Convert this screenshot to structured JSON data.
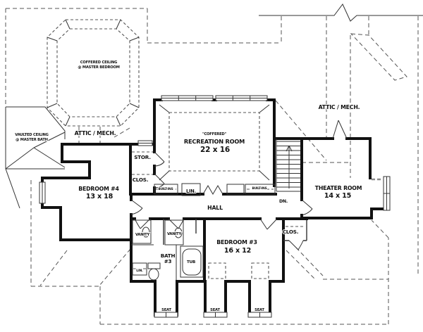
{
  "plan": {
    "ceiling_notes": {
      "master_bedroom_line1": "COFFERED CEILING",
      "master_bedroom_line2": "@ MASTER BEDROOM",
      "master_bath_line1": "VAULTED CEILING",
      "master_bath_line2": "@ MASTER BATH"
    },
    "areas": {
      "attic_mech_left": "ATTIC / MECH.",
      "attic_mech_right": "ATTIC / MECH.",
      "hall": "HALL"
    },
    "rooms": {
      "recreation": {
        "note": "\"COFFERED\"",
        "name": "RECREATION ROOM",
        "dims": "22 x 16"
      },
      "bedroom4": {
        "name": "BEDROOM #4",
        "dims": "13 x 18"
      },
      "bedroom3": {
        "name": "BEDROOM #3",
        "dims": "16 x 12"
      },
      "theater": {
        "name": "THEATER ROOM",
        "dims": "14 x 15"
      },
      "bath3": {
        "name_line1": "BATH",
        "name_line2": "#3"
      }
    },
    "storage": {
      "stor": "STOR.",
      "clos_bedroom4": "CLOS.",
      "clos_bedroom3": "CLOS.",
      "lin_hall": "LIN.",
      "lin_bath": "LIN."
    },
    "fixtures": {
      "builtins_left": "BUILT-INS",
      "builtins_right": "BUILT-INS",
      "vanity_left": "VANITY",
      "vanity_right": "VANITY",
      "tub": "TUB"
    },
    "stairs": {
      "direction": "DN."
    },
    "window_seats": [
      "SEAT",
      "SEAT",
      "SEAT"
    ],
    "colors": {
      "ink": "#111111",
      "dash": "#555555",
      "background": "#ffffff"
    }
  }
}
